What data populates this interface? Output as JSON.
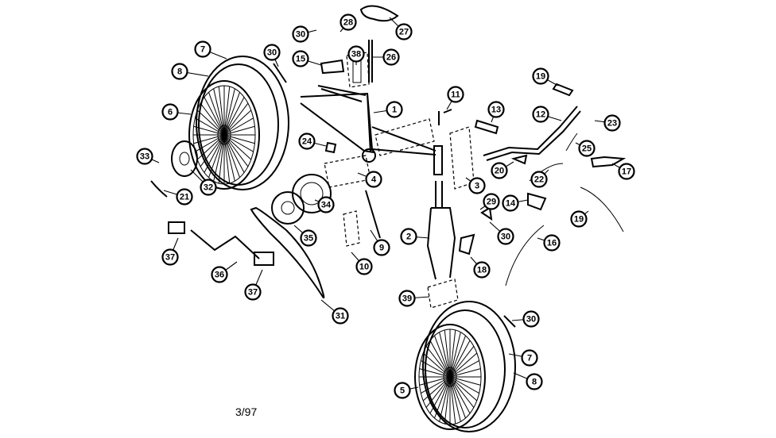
{
  "diagram": {
    "date_code": "3/97",
    "callouts": [
      {
        "label": "30"
      },
      {
        "label": "28"
      },
      {
        "label": "27"
      },
      {
        "label": "7"
      },
      {
        "label": "30"
      },
      {
        "label": "15"
      },
      {
        "label": "38"
      },
      {
        "label": "26"
      },
      {
        "label": "8"
      },
      {
        "label": "6"
      },
      {
        "label": "1"
      },
      {
        "label": "11"
      },
      {
        "label": "19"
      },
      {
        "label": "13"
      },
      {
        "label": "12"
      },
      {
        "label": "23"
      },
      {
        "label": "24"
      },
      {
        "label": "33"
      },
      {
        "label": "25"
      },
      {
        "label": "20"
      },
      {
        "label": "22"
      },
      {
        "label": "17"
      },
      {
        "label": "32"
      },
      {
        "label": "4"
      },
      {
        "label": "3"
      },
      {
        "label": "21"
      },
      {
        "label": "34"
      },
      {
        "label": "29"
      },
      {
        "label": "14"
      },
      {
        "label": "19"
      },
      {
        "label": "35"
      },
      {
        "label": "30"
      },
      {
        "label": "2"
      },
      {
        "label": "16"
      },
      {
        "label": "37"
      },
      {
        "label": "9"
      },
      {
        "label": "10"
      },
      {
        "label": "18"
      },
      {
        "label": "36"
      },
      {
        "label": "37"
      },
      {
        "label": "39"
      },
      {
        "label": "30"
      },
      {
        "label": "31"
      },
      {
        "label": "7"
      },
      {
        "label": "5"
      },
      {
        "label": "8"
      }
    ]
  }
}
